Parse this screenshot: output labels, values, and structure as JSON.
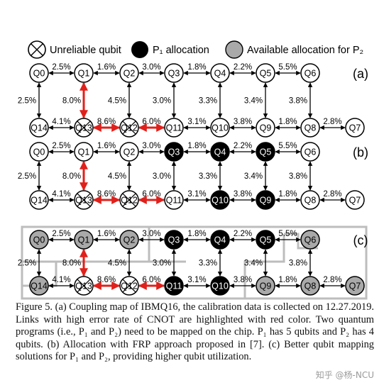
{
  "legend": {
    "unreliable": "Unreliable qubit",
    "p1": "P₁ allocation",
    "p2": "Available allocation for P₂"
  },
  "panels": [
    {
      "label": "(a)",
      "nodes": {
        "Q0": "white",
        "Q1": "white",
        "Q2": "white",
        "Q3": "white",
        "Q4": "white",
        "Q5": "white",
        "Q6": "white",
        "Q14": "white",
        "Q13": "cross",
        "Q12": "cross",
        "Q11": "white",
        "Q10": "white",
        "Q9": "white",
        "Q8": "white",
        "Q7": "white"
      }
    },
    {
      "label": "(b)",
      "nodes": {
        "Q0": "white",
        "Q1": "white",
        "Q2": "white",
        "Q3": "black",
        "Q4": "black",
        "Q5": "black",
        "Q6": "white",
        "Q14": "white",
        "Q13": "cross",
        "Q12": "cross",
        "Q11": "white",
        "Q10": "black",
        "Q9": "black",
        "Q8": "white",
        "Q7": "white"
      }
    },
    {
      "label": "(c)",
      "nodes": {
        "Q0": "gray",
        "Q1": "gray",
        "Q2": "gray",
        "Q3": "black",
        "Q4": "black",
        "Q5": "black",
        "Q6": "gray",
        "Q14": "gray",
        "Q13": "cross",
        "Q12": "cross",
        "Q11": "black",
        "Q10": "black",
        "Q9": "gray",
        "Q8": "gray",
        "Q7": "gray"
      }
    }
  ],
  "top_row": [
    "Q0",
    "Q1",
    "Q2",
    "Q3",
    "Q4",
    "Q5",
    "Q6"
  ],
  "bottom_row": [
    "Q14",
    "Q13",
    "Q12",
    "Q11",
    "Q10",
    "Q9",
    "Q8",
    "Q7"
  ],
  "edges": [
    {
      "a": "Q0",
      "b": "Q1",
      "label": "2.5%",
      "red": false
    },
    {
      "a": "Q1",
      "b": "Q2",
      "label": "1.6%",
      "red": false
    },
    {
      "a": "Q2",
      "b": "Q3",
      "label": "3.0%",
      "red": false
    },
    {
      "a": "Q3",
      "b": "Q4",
      "label": "1.8%",
      "red": false
    },
    {
      "a": "Q4",
      "b": "Q5",
      "label": "2.2%",
      "red": false
    },
    {
      "a": "Q5",
      "b": "Q6",
      "label": "5.5%",
      "red": false
    },
    {
      "a": "Q0",
      "b": "Q14",
      "label": "2.5%",
      "red": false
    },
    {
      "a": "Q1",
      "b": "Q13",
      "label": "8.0%",
      "red": true
    },
    {
      "a": "Q2",
      "b": "Q12",
      "label": "4.5%",
      "red": false
    },
    {
      "a": "Q3",
      "b": "Q11",
      "label": "3.0%",
      "red": false
    },
    {
      "a": "Q4",
      "b": "Q10",
      "label": "3.3%",
      "red": false
    },
    {
      "a": "Q5",
      "b": "Q9",
      "label": "3.4%",
      "red": false
    },
    {
      "a": "Q6",
      "b": "Q8",
      "label": "3.8%",
      "red": false
    },
    {
      "a": "Q14",
      "b": "Q13",
      "label": "4.1%",
      "red": false
    },
    {
      "a": "Q13",
      "b": "Q12",
      "label": "8.6%",
      "red": true
    },
    {
      "a": "Q12",
      "b": "Q11",
      "label": "6.0%",
      "red": true
    },
    {
      "a": "Q11",
      "b": "Q10",
      "label": "3.1%",
      "red": false
    },
    {
      "a": "Q10",
      "b": "Q9",
      "label": "3.8%",
      "red": false
    },
    {
      "a": "Q9",
      "b": "Q8",
      "label": "1.8%",
      "red": false
    },
    {
      "a": "Q8",
      "b": "Q7",
      "label": "2.8%",
      "red": false
    }
  ],
  "caption": "Figure 5.  (a) Coupling map of IBMQ16, the calibration data is collected on 12.27.2019. Links with high error rate of CNOT are highlighted with red color. Two quantum programs (i.e., P₁ and P₂) need to be mapped on the chip. P₁ has 5 qubits and P₂ has 4 qubits. (b) Allocation with FRP approach proposed in [7]. (c) Better qubit mapping solutions for P₁ and P₂, providing higher qubit utilization.",
  "watermark": "知乎 @杨-NCU",
  "colors": {
    "white": "#ffffff",
    "black": "#000000",
    "gray": "#a9a9a9",
    "red": "#e0201b",
    "box": "#bdbdbd"
  }
}
